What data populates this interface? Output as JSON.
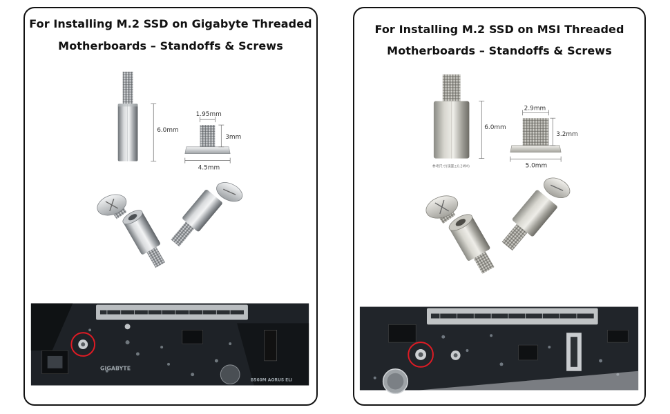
{
  "left_panel": {
    "title_line1": "For Installing M.2 SSD on Gigabyte Threaded",
    "title_line2": "Motherboards – Standoffs & Screws",
    "standoff_height": "6.0mm",
    "screw_shank_width": "1.95mm",
    "screw_shank_height": "3mm",
    "screw_head_diameter": "4.5mm",
    "board_brand": "GIGABYTE",
    "board_model": "B560M AORUS ELI"
  },
  "right_panel": {
    "title_line1": "For Installing M.2 SSD on MSI Threaded",
    "title_line2": "Motherboards – Standoffs & Screws",
    "standoff_height": "6.0mm",
    "standoff_note": "参考尺寸(误差±0.2MM)",
    "screw_shank_width": "2.9mm",
    "screw_shank_height": "3.2mm",
    "screw_head_diameter": "5.0mm"
  },
  "colors": {
    "border": "#111111",
    "highlight_circle": "#e01b24",
    "pcb": "#1c2024",
    "metal_light": "#d8dadc",
    "metal_dark": "#8d9194"
  }
}
